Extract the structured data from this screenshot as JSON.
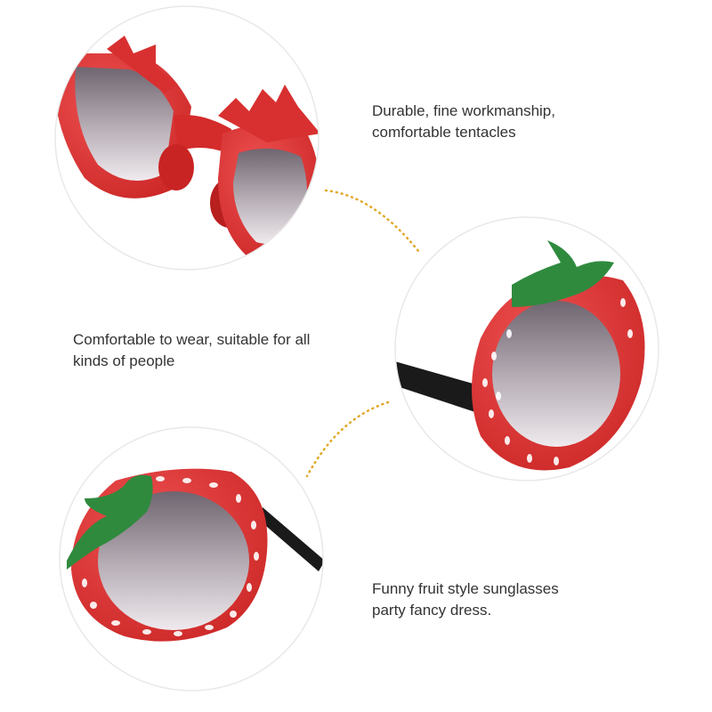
{
  "captions": [
    {
      "lines": [
        "Durable, fine workmanship,",
        "comfortable tentacles"
      ]
    },
    {
      "lines": [
        "Comfortable to wear, suitable for all",
        "kinds of people"
      ]
    },
    {
      "lines": [
        "Funny fruit style sunglasses",
        "party fancy dress."
      ]
    }
  ],
  "colors": {
    "frame_red": "#e23a3a",
    "frame_dark_red": "#b81f1f",
    "leaf_green": "#2f8a3e",
    "lens": "#b8aeb6",
    "temple": "#1a1a1a",
    "connector_dots": "#e0a92a",
    "circle_border": "#e8e8e8"
  },
  "icons": [
    "strawberry-sunglasses-closeup-bridge",
    "strawberry-sunglasses-side",
    "strawberry-sunglasses-front"
  ]
}
